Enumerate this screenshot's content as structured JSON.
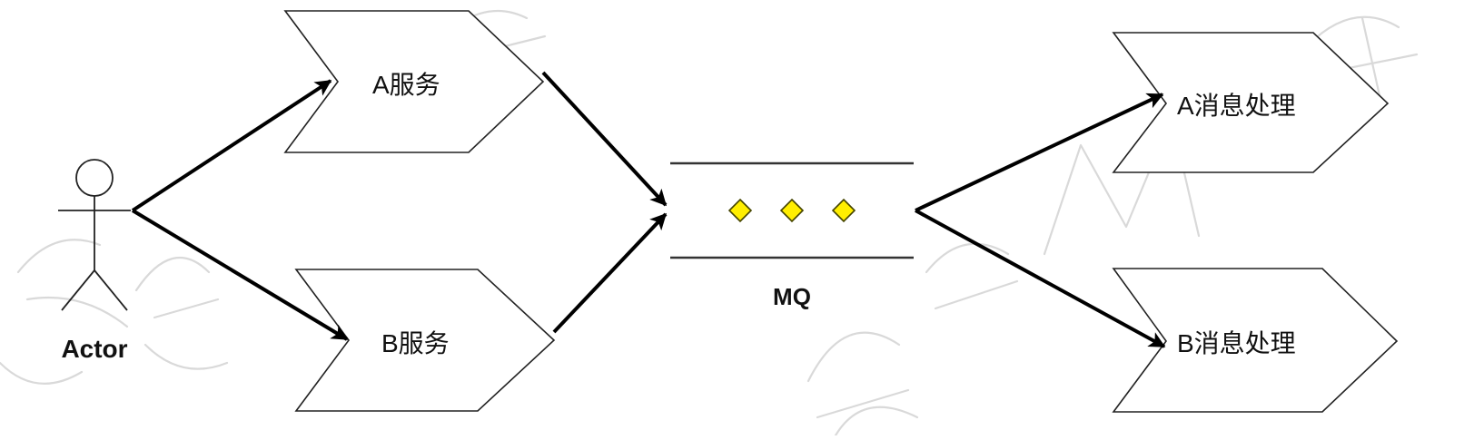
{
  "actor": {
    "label": "Actor"
  },
  "services": [
    {
      "label": "A服务"
    },
    {
      "label": "B服务"
    }
  ],
  "queue": {
    "label": "MQ",
    "message_count": 3,
    "message_color": "#ffee00"
  },
  "handlers": [
    {
      "label": "A消息处理"
    },
    {
      "label": "B消息处理"
    }
  ],
  "colors": {
    "stroke": "#000000",
    "background": "#ffffff",
    "message_fill": "#ffee00"
  }
}
